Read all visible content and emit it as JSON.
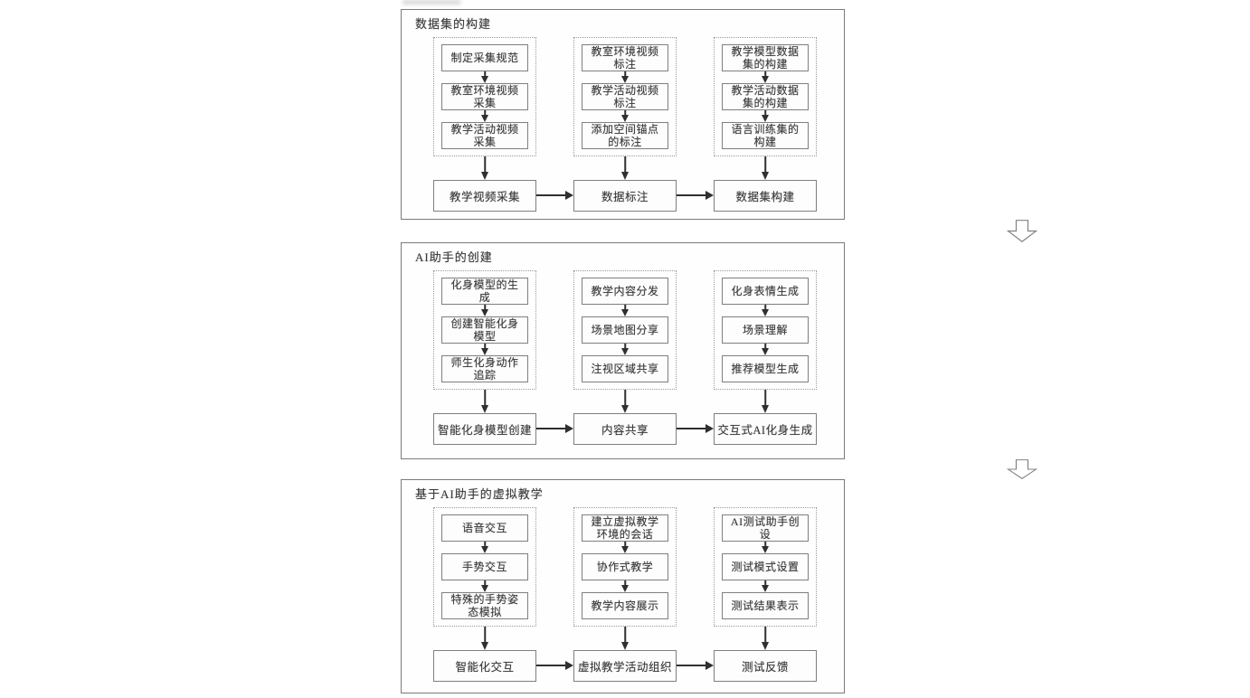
{
  "figure": {
    "colors": {
      "text": "#3c3c3c",
      "solid_border": "#7f7f7f",
      "dashed_border": "#9b9b9b",
      "arrow": "#2f2f2f",
      "background": "#ffffff"
    },
    "sections": [
      {
        "title": "数据集的构建",
        "columns": [
          {
            "steps": [
              "制定采集规范",
              "教室环境视频采集",
              "教学活动视频采集"
            ],
            "result": "教学视频采集"
          },
          {
            "steps": [
              "教室环境视频标注",
              "教学活动视频标注",
              "添加空间锚点的标注"
            ],
            "result": "数据标注"
          },
          {
            "steps": [
              "教学模型数据集的构建",
              "教学活动数据集的构建",
              "语言训练集的构建"
            ],
            "result": "数据集构建"
          }
        ]
      },
      {
        "title": "AI助手的创建",
        "columns": [
          {
            "steps": [
              "化身模型的生成",
              "创建智能化身模型",
              "师生化身动作追踪"
            ],
            "result": "智能化身模型创建"
          },
          {
            "steps": [
              "教学内容分发",
              "场景地图分享",
              "注视区域共享"
            ],
            "result": "内容共享"
          },
          {
            "steps": [
              "化身表情生成",
              "场景理解",
              "推荐模型生成"
            ],
            "result": "交互式AI化身生成"
          }
        ]
      },
      {
        "title": "基于AI助手的虚拟教学",
        "columns": [
          {
            "steps": [
              "语音交互",
              "手势交互",
              "特殊的手势姿态模拟"
            ],
            "result": "智能化交互"
          },
          {
            "steps": [
              "建立虚拟教学环境的会话",
              "协作式教学",
              "教学内容展示"
            ],
            "result": "虚拟教学活动组织"
          },
          {
            "steps": [
              "AI测试助手创设",
              "测试模式设置",
              "测试结果表示"
            ],
            "result": "测试反馈"
          }
        ]
      }
    ]
  }
}
